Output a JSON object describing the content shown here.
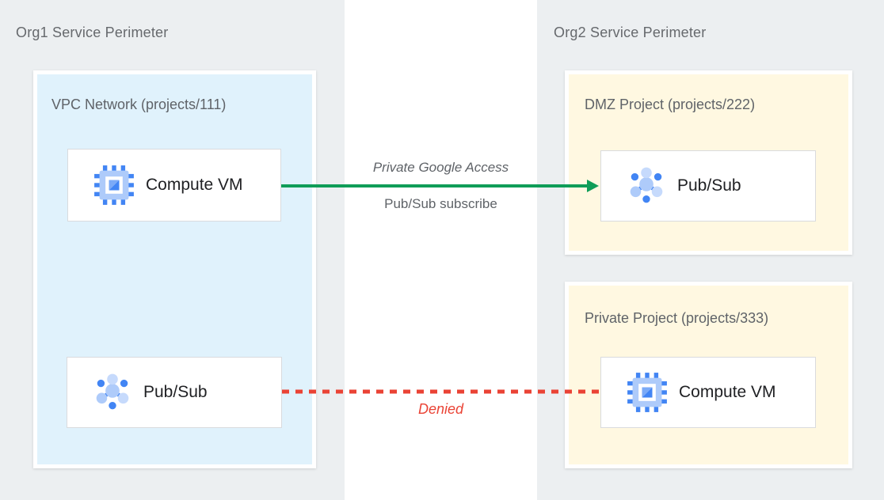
{
  "org1": {
    "title": "Org1 Service Perimeter",
    "vpc": {
      "title": "VPC Network (projects/111)",
      "compute_vm": "Compute VM",
      "pubsub": "Pub/Sub"
    }
  },
  "org2": {
    "title": "Org2 Service Perimeter",
    "dmz": {
      "title": "DMZ Project (projects/222)",
      "pubsub": "Pub/Sub"
    },
    "private_project": {
      "title": "Private Project (projects/333)",
      "compute_vm": "Compute VM"
    }
  },
  "connections": {
    "allowed": {
      "title": "Private Google Access",
      "subtitle": "Pub/Sub subscribe",
      "type": "solid-arrow",
      "color": "#0F9D58"
    },
    "denied": {
      "label": "Denied",
      "type": "dashed-line",
      "color": "#EA4335"
    }
  },
  "colors": {
    "perimeter_bg": "#ECEFF1",
    "vpc_bg": "#E0F2FC",
    "project_bg": "#FFF8E1",
    "node_bg": "#FFFFFF",
    "node_border": "#D9DBDE",
    "title_text": "#5F6368",
    "node_text": "#202124",
    "icon_blue": "#4285F4",
    "icon_light_blue": "#AECBFA",
    "icon_pale_blue": "#C6DAFC"
  }
}
